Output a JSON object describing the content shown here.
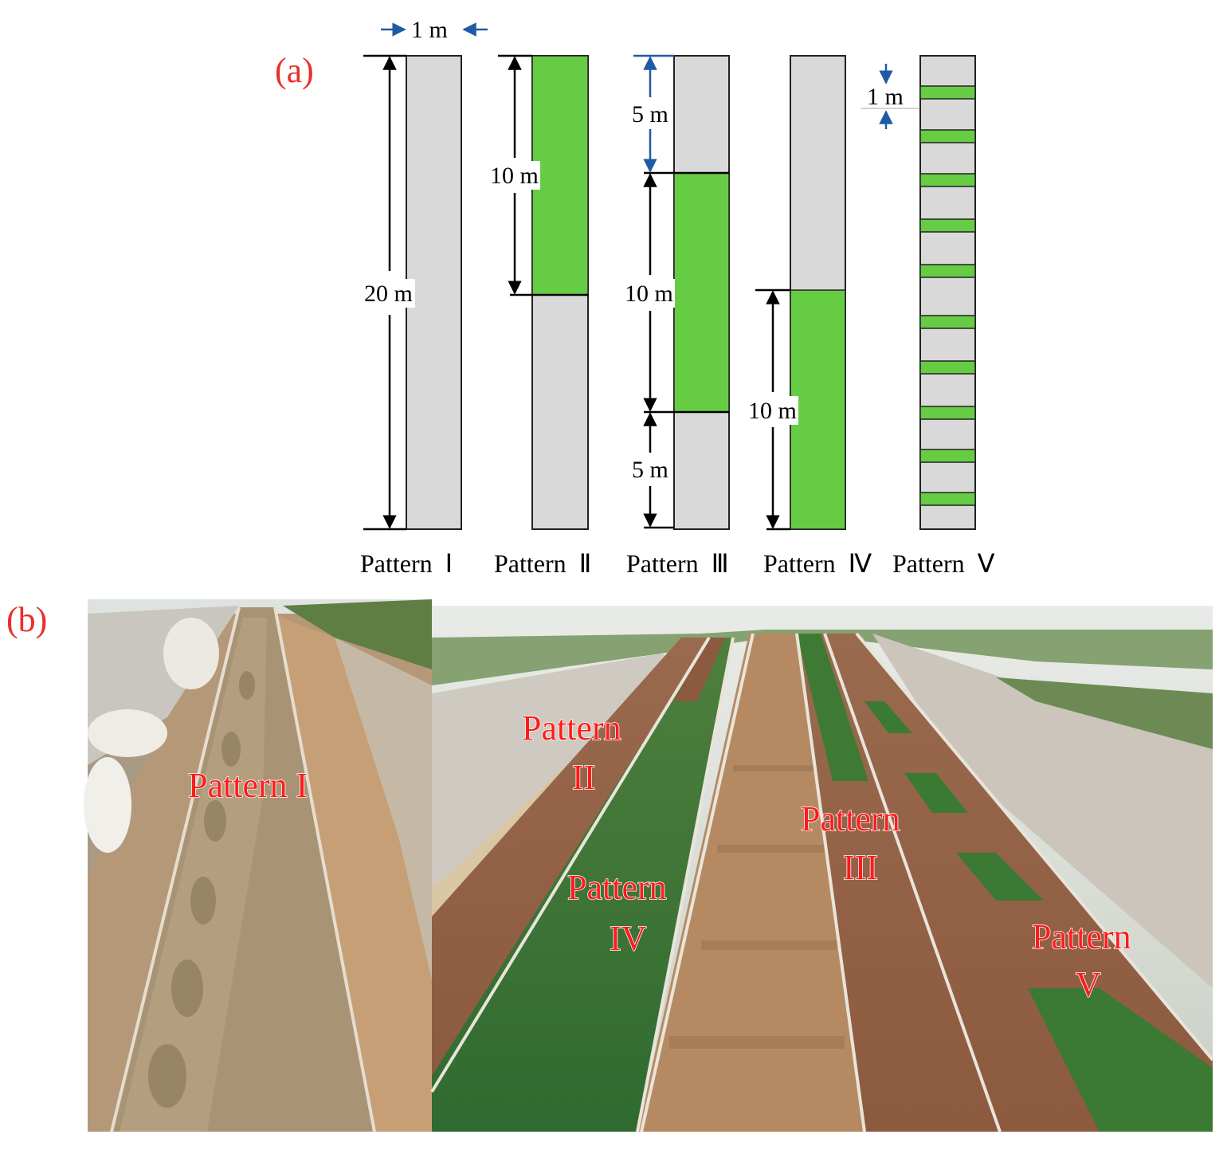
{
  "panel_a": {
    "label": "(a)",
    "width_label": "1 m",
    "dims": {
      "p1_total": "20 m",
      "p2_veg": "10 m",
      "p3_top": "5 m",
      "p3_mid": "10 m",
      "p3_bottom": "5 m",
      "p4_veg": "10 m",
      "p5_band": "1 m"
    },
    "patterns": [
      "Pattern  Ⅰ",
      "Pattern  Ⅱ",
      "Pattern  Ⅲ",
      "Pattern  Ⅳ",
      "Pattern  Ⅴ"
    ],
    "colors": {
      "bare": "#d9d9d9",
      "vegetation": "#66cc44"
    }
  },
  "panel_b": {
    "label": "(b)",
    "photo_labels": {
      "p1": "Pattern I",
      "p2_line1": "Pattern",
      "p2_line2": "II",
      "p3_line1": "Pattern",
      "p3_line2": "III",
      "p4_line1": "Pattern",
      "p4_line2": "IV",
      "p5_line1": "Pattern",
      "p5_line2": "V"
    }
  }
}
